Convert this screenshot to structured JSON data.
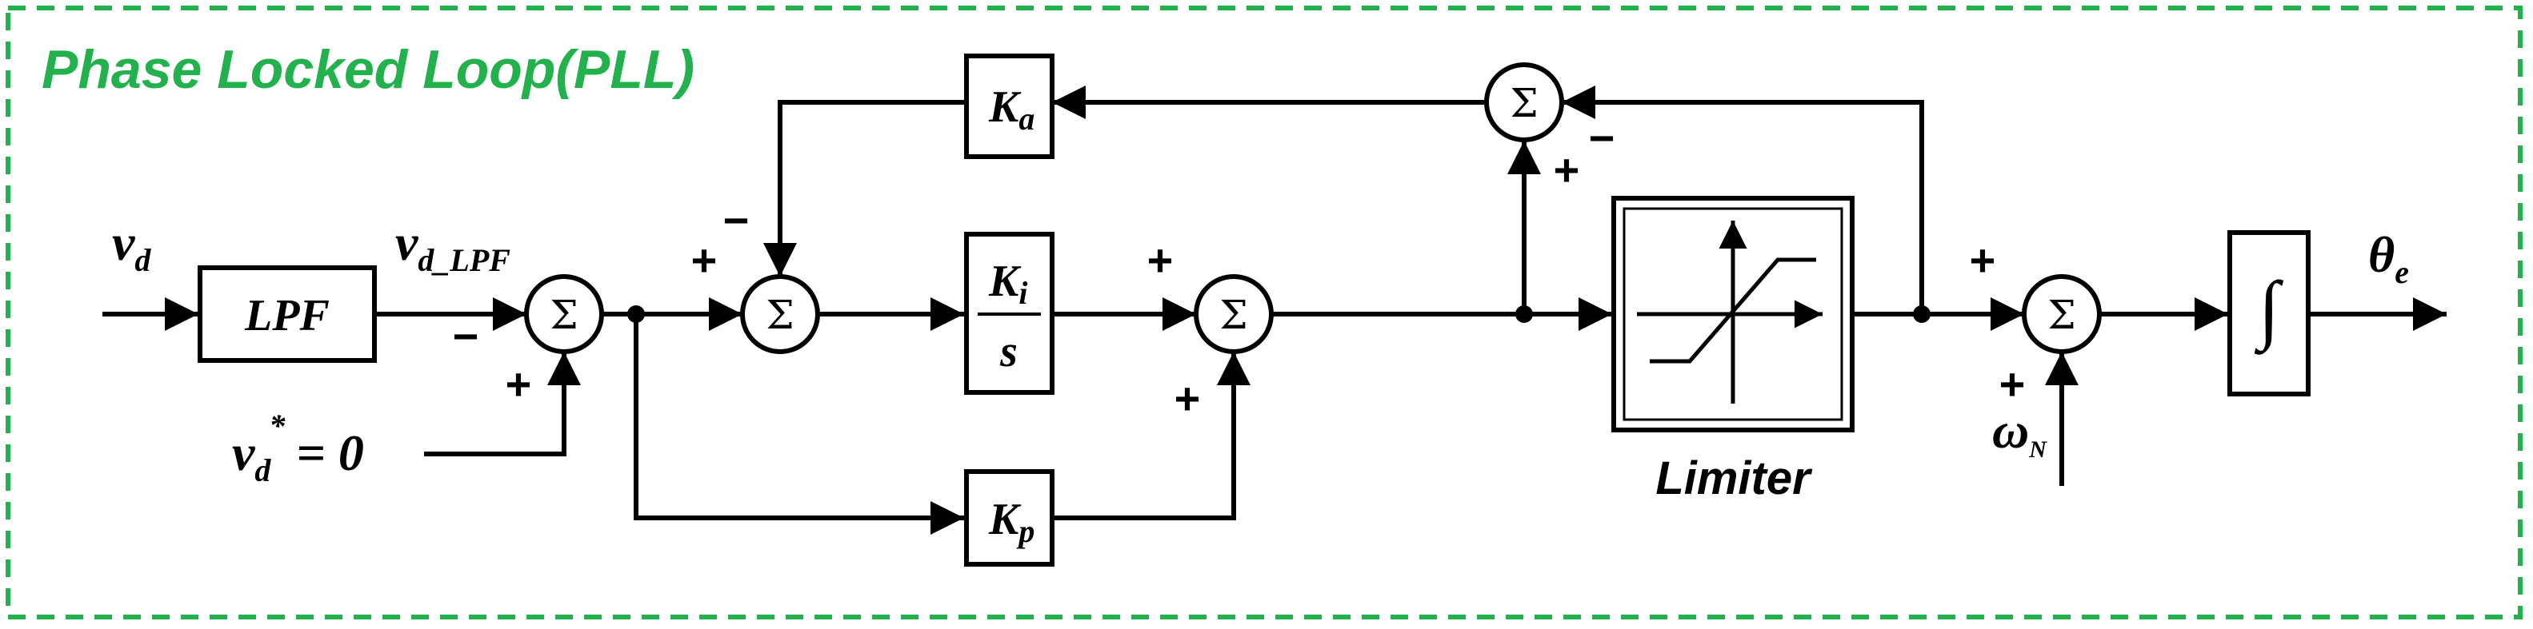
{
  "title": "Phase Locked Loop(PLL)",
  "colors": {
    "frame": "#22b14c",
    "title": "#22b14c",
    "line": "#000000"
  },
  "blocks": {
    "lpf": "LPF",
    "ka": "K",
    "ka_sub": "a",
    "ki": "K",
    "ki_sub": "i",
    "ki_den": "s",
    "kp": "K",
    "kp_sub": "p",
    "limiter": "Limiter",
    "integrator": "∫"
  },
  "signals": {
    "vd": "v",
    "vd_sub": "d",
    "vd_lpf": "v",
    "vd_lpf_sub": "d_LPF",
    "vd_ref": "v",
    "vd_ref_sub": "d",
    "vd_ref_sup": "*",
    "vd_ref_val": "= 0",
    "omega": "ω",
    "omega_sub": "N",
    "theta": "θ",
    "theta_sub": "e"
  },
  "summer_symbol": "Σ",
  "signs": {
    "plus": "+",
    "minus": "−"
  }
}
